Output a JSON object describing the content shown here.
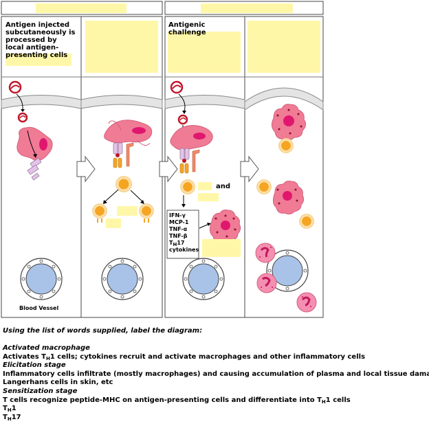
{
  "panel1": {
    "caption": "Antigen injected subcutaneously is processed by local antigen-presenting cells",
    "vessel_label": "Blood Vessel"
  },
  "panel3": {
    "caption": "Antigenic challenge",
    "and_label": "and",
    "cytokines": [
      "IFN-γ",
      "MCP-1",
      "TNF-α",
      "TNF-β",
      "TH17",
      "cytokines"
    ]
  },
  "instructions": "Using the list of words supplied, label the diagram:",
  "word_list": [
    "Activated macrophage",
    "Activates TH1 cells; cytokines recruit and activate macrophages and other inflammatory cells",
    "Elicitation stage",
    "Inflammatory cells infiltrate (mostly macrophages) and causing accumulation of plasma and local tissue damage",
    "Langerhans cells in skin, etc",
    "Sensitization stage",
    "T cells recognize peptide-MHC on antigen-presenting cells and differentiate into TH1 cells",
    "TH1",
    "TH17"
  ],
  "colors": {
    "label_box": "#fff7a8",
    "cell_pink": "#f07b95",
    "nucleus": "#e0176f",
    "t_cell": "#f5a526",
    "vessel": "#a9c3e8"
  }
}
